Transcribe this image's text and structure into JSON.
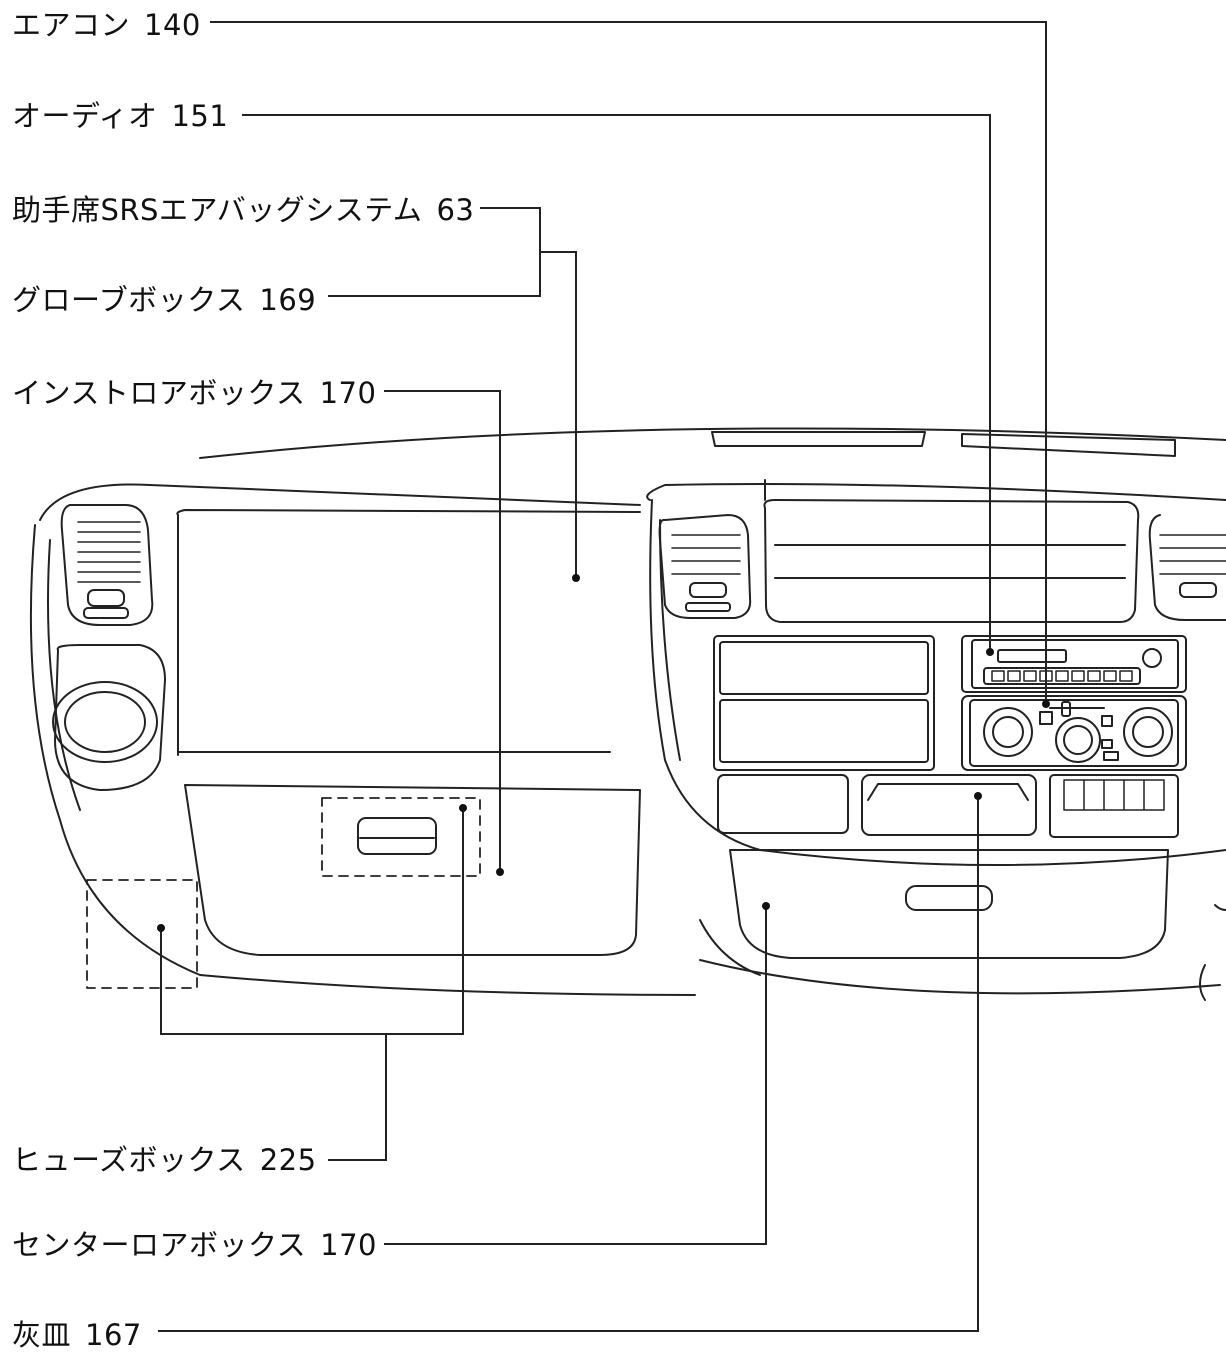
{
  "callouts": [
    {
      "name": "エアコン",
      "page": "140"
    },
    {
      "name": "オーディオ",
      "page": "151"
    },
    {
      "name": "助手席SRSエアバッグシステム",
      "page": "63"
    },
    {
      "name": "グローブボックス",
      "page": "169"
    },
    {
      "name": "インストロアボックス",
      "page": "170"
    },
    {
      "name": "ヒューズボックス",
      "page": "225"
    },
    {
      "name": "センターロアボックス",
      "page": "170"
    },
    {
      "name": "灰皿",
      "page": "167"
    }
  ]
}
